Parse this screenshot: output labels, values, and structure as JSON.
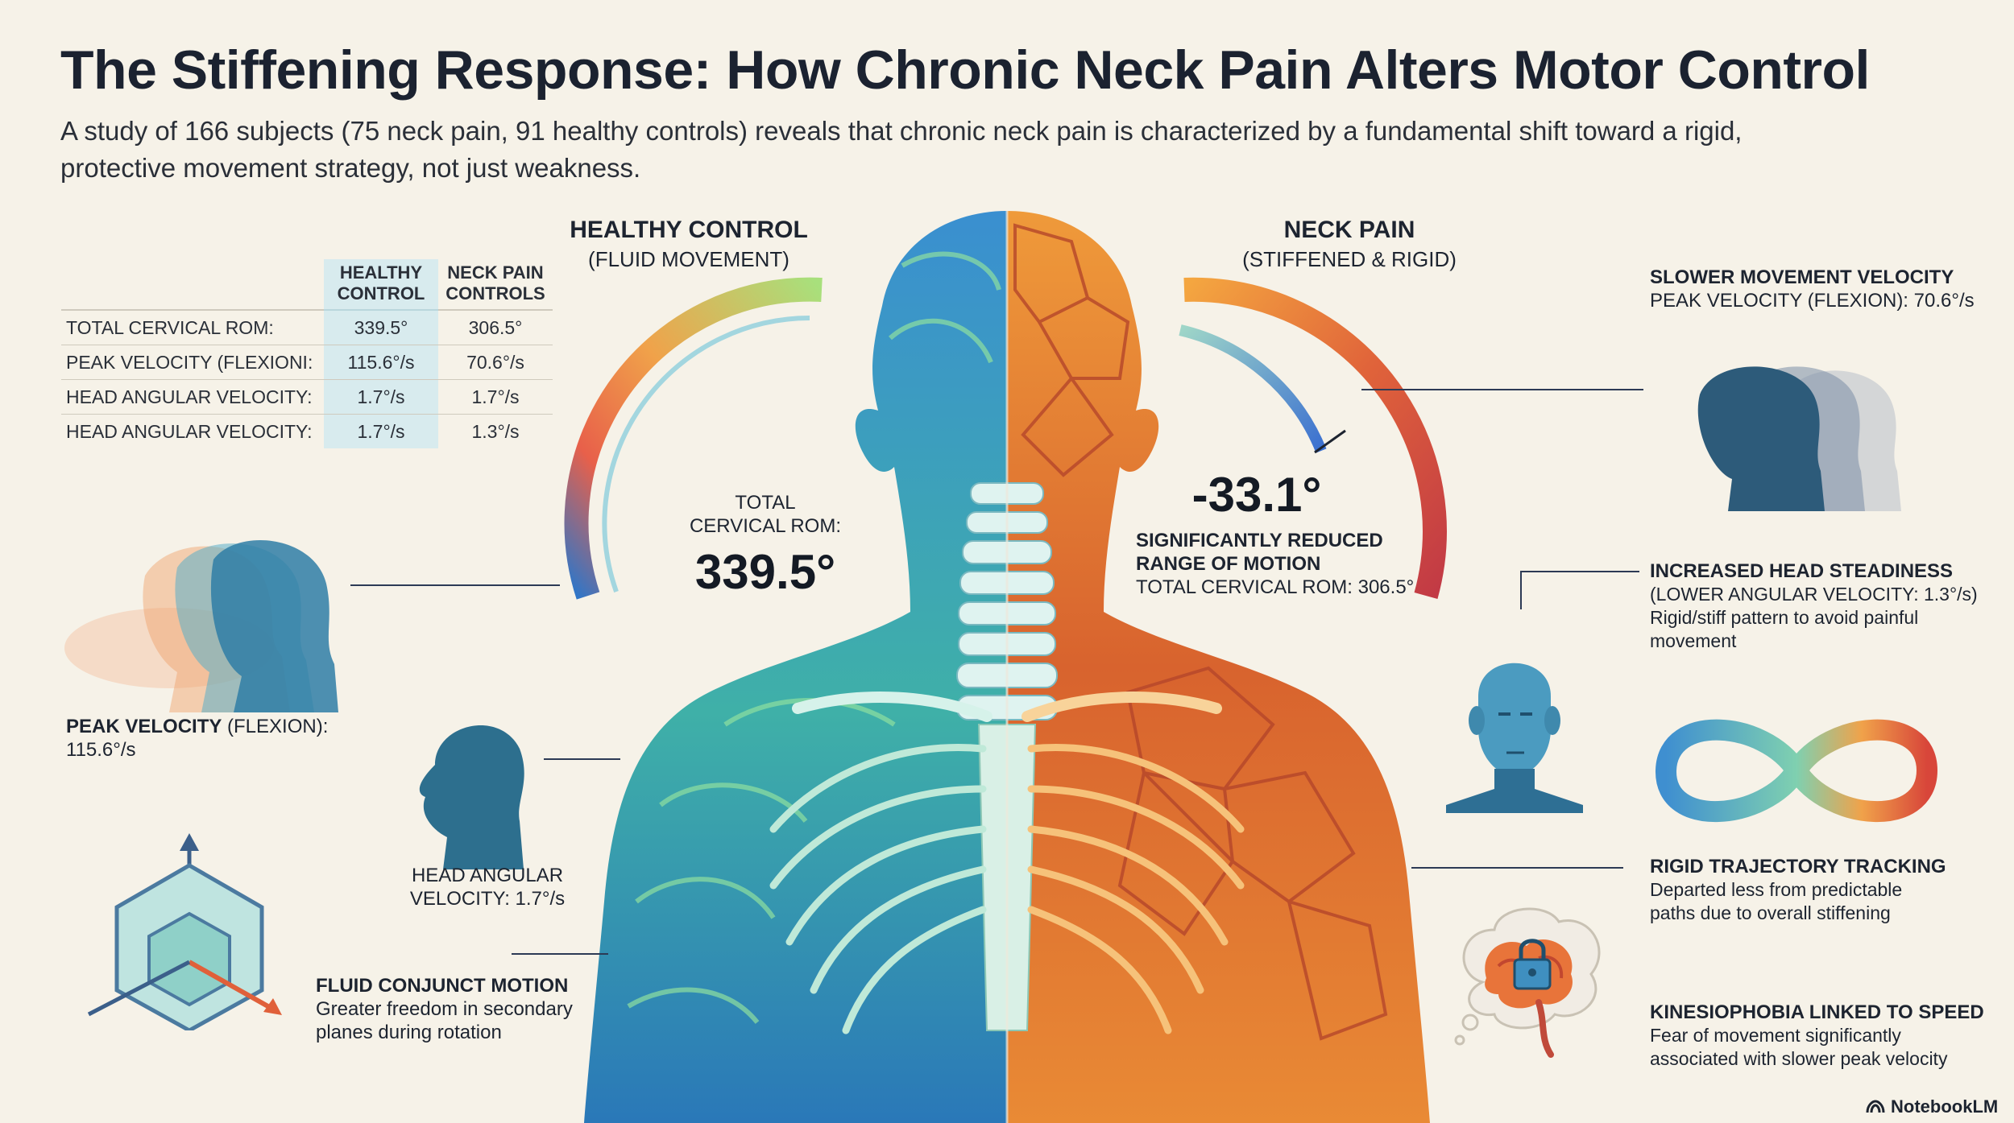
{
  "title": "The Stiffening Response: How Chronic Neck Pain Alters Motor Control",
  "subtitle": "A study of 166 subjects (75 neck pain, 91 healthy controls) reveals that chronic neck pain is characterized by a fundamental shift toward a rigid, protective movement strategy, not just weakness.",
  "table": {
    "col_healthy": "HEALTHY CONTROL",
    "col_pain": "NECK PAIN CONTROLS",
    "rows": [
      {
        "label": "TOTAL CERVICAL ROM:",
        "healthy": "339.5°",
        "pain": "306.5°"
      },
      {
        "label": "PEAK VELOCITY (FLEXIONI:",
        "healthy": "115.6°/s",
        "pain": "70.6°/s"
      },
      {
        "label": "HEAD ANGULAR VELOCITY:",
        "healthy": "1.7°/s",
        "pain": "1.7°/s"
      },
      {
        "label": "HEAD ANGULAR VELOCITY:",
        "healthy": "1.7°/s",
        "pain": "1.3°/s"
      }
    ]
  },
  "healthy_header": {
    "title": "HEALTHY CONTROL",
    "sub": "(FLUID MOVEMENT)"
  },
  "pain_header": {
    "title": "NECK PAIN",
    "sub": "(STIFFENED & RIGID)"
  },
  "rom_healthy": {
    "label_1": "TOTAL",
    "label_2": "CERVICAL ROM:",
    "value": "339.5°"
  },
  "rom_pain": {
    "delta": "-33.1°",
    "label_1": "SIGNIFICANTLY REDUCED",
    "label_2": "RANGE OF MOTION",
    "label_3": "TOTAL CERVICAL ROM: 306.5°"
  },
  "left": {
    "peak_velocity": {
      "title": "PEAK VELOCITY",
      "title_rest": " (FLEXION):",
      "value": "115.6°/s"
    },
    "head_velocity": {
      "line_1": "HEAD ANGULAR",
      "line_2": "VELOCITY: 1.7°/s"
    },
    "fluid_motion": {
      "title": "FLUID CONJUNCT MOTION",
      "line_1": "Greater freedom in secondary",
      "line_2": "planes during rotation"
    }
  },
  "right": {
    "slower": {
      "title": "SLOWER MOVEMENT VELOCITY",
      "line_1": "PEAK VELOCITY (FLEXION): 70.6°/s"
    },
    "steadiness": {
      "title": "INCREASED HEAD STEADINESS",
      "line_1": "(LOWER ANGULAR VELOCITY: 1.3°/s)",
      "line_2": "Rigid/stiff pattern to avoid painful",
      "line_3": "movement"
    },
    "trajectory": {
      "title": "RIGID TRAJECTORY TRACKING",
      "line_1": "Departed less from predictable",
      "line_2": "paths due to overall stiffening"
    },
    "kinesiophobia": {
      "title": "KINESIOPHOBIA LINKED TO SPEED",
      "line_1": "Fear of movement significantly",
      "line_2": "associated with slower peak velocity"
    }
  },
  "brand": "NotebookLM",
  "colors": {
    "healthy_blue": "#2f86c9",
    "healthy_green": "#5fc27a",
    "pain_orange": "#e8872e",
    "pain_red": "#c8413b",
    "background": "#f6f2e8"
  },
  "icons": [
    "head-motion-icon",
    "head-silhouette-icon",
    "cube-axes-icon",
    "human-torso-illustration",
    "face-front-icon",
    "infinity-loop-icon",
    "brain-lock-icon",
    "notebooklm-logo-icon"
  ]
}
